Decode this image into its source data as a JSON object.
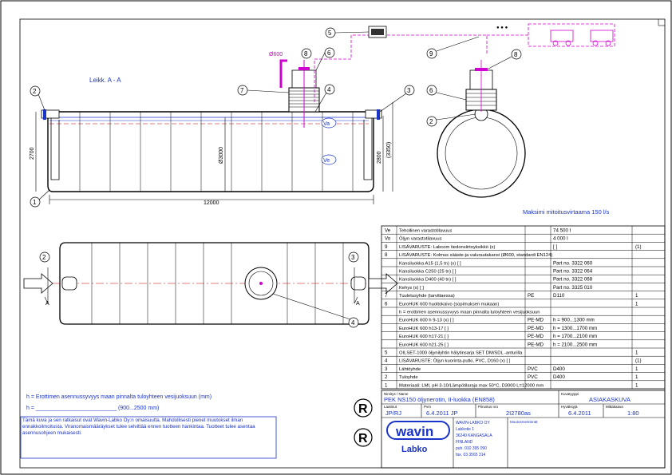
{
  "colors": {
    "blue": "#1a33c8",
    "magenta": "#d000d0",
    "red": "#c00000",
    "black": "#000000"
  },
  "view_label": "Leikk. A - A",
  "dims": {
    "length": "12000",
    "diameter": "Ø3000",
    "h_2700": "2700",
    "h_2800": "2800",
    "h_3350": "(3350)",
    "pipe_600": "Ø600"
  },
  "flow_note": "Maksimi mitoitusvirtaama 150 l/s",
  "level_marks": {
    "va": "Va",
    "ve": "Ve"
  },
  "section_marks": {
    "a": "A"
  },
  "callouts": [
    "1",
    "2",
    "3",
    "4",
    "5",
    "6",
    "7",
    "8",
    "9"
  ],
  "parts_table": {
    "rows": [
      {
        "id": "r0",
        "pos": "Ve",
        "desc": "Tehollinen varastotilavuus",
        "mat": "",
        "spec": "74 500 l",
        "qty": ""
      },
      {
        "id": "r1",
        "pos": "Vo",
        "desc": "Öljyn varastotilavuus",
        "mat": "",
        "spec": "4 000 l",
        "qty": ""
      },
      {
        "id": "r2",
        "pos": "9",
        "desc": "LISÄVARUSTE: Labcom tiedonsiirtoyksikkö (x)",
        "mat": "",
        "spec": "[   ]",
        "qty": "(1)"
      },
      {
        "id": "r3",
        "pos": "8",
        "desc": "LISÄVARUSTE: Kolmus sääste-ja valurautakansi (Ø600, standardi EN124)",
        "mat": "",
        "spec": "",
        "qty": ""
      },
      {
        "id": "r4",
        "pos": "",
        "desc": "Kansiluokka A15 (1,5 tn) (x)   [   ]",
        "mat": "",
        "spec": "Part no. 3322 060",
        "qty": ""
      },
      {
        "id": "r5",
        "pos": "",
        "desc": "Kansiluokka C250 (25 tn)   [   ]",
        "mat": "",
        "spec": "Part no. 3322 064",
        "qty": ""
      },
      {
        "id": "r6",
        "pos": "",
        "desc": "Kansiluokka D400 (40 tn)   [   ]",
        "mat": "",
        "spec": "Part no. 3322 068",
        "qty": ""
      },
      {
        "id": "r7",
        "pos": "",
        "desc": "Kehys (x)   [   ]",
        "mat": "",
        "spec": "Part no. 3325 010",
        "qty": ""
      },
      {
        "id": "r8",
        "pos": "7",
        "desc": "Tuuletusyhde (tarvittaessa)",
        "mat": "PE",
        "spec": "D110",
        "qty": "1"
      },
      {
        "id": "r9",
        "pos": "6",
        "desc": "EuroHUK 600 huoltokaivo (sopimuksen mukaan)",
        "mat": "",
        "spec": "",
        "qty": "1"
      },
      {
        "id": "r10",
        "pos": "",
        "desc": "h = erottimen asennussyvyys maan pinnalta tuloyhteen vesijuoksuun",
        "mat": "",
        "spec": "",
        "qty": ""
      },
      {
        "id": "r11",
        "pos": "",
        "desc": "EuroHUK 600 h 9-13 (x)   [   ]",
        "mat": "PE-MD",
        "spec": "h = 900...1300 mm",
        "qty": ""
      },
      {
        "id": "r12",
        "pos": "",
        "desc": "EuroHUK 600 h13-17   [   ]",
        "mat": "PE-MD",
        "spec": "h = 1300...1700 mm",
        "qty": ""
      },
      {
        "id": "r13",
        "pos": "",
        "desc": "EuroHUK 600 h17-21   [   ]",
        "mat": "PE-MD",
        "spec": "h = 1700...2100 mm",
        "qty": ""
      },
      {
        "id": "r14",
        "pos": "",
        "desc": "EuroHUK 600 h21-25   [   ]",
        "mat": "PE-MD",
        "spec": "h = 2100...2500 mm",
        "qty": ""
      },
      {
        "id": "r15",
        "pos": "5",
        "desc": "OILSET-1000 öljynilyhtin hälytinsarja SET DM/SDL -anturilla",
        "mat": "",
        "spec": "",
        "qty": "1"
      },
      {
        "id": "r16",
        "pos": "4",
        "desc": "LISÄVARUSTE: Öljyn kuorinta-putki, PVC, D160 (x)   [   ]",
        "mat": "",
        "spec": "",
        "qty": "(1)"
      },
      {
        "id": "r17",
        "pos": "3",
        "desc": "Lähtöyhde",
        "mat": "PVC",
        "spec": "D400",
        "qty": "1"
      },
      {
        "id": "r18",
        "pos": "2",
        "desc": "Tuloyhde",
        "mat": "PVC",
        "spec": "D400",
        "qty": "1"
      },
      {
        "id": "r19",
        "pos": "1",
        "desc": "Materiaali: LMI, pH 3-10/Lämpötilaraja max 50°C, D3000 L=12000 mm",
        "mat": "",
        "spec": "",
        "qty": "1"
      }
    ]
  },
  "notes": {
    "h_definition": "h = Erottimen asennussyvyys maan pinnalta tuloyhteen vesijuoksuun (mm)",
    "h_field": "h = __________________________ (900...2500 mm)",
    "disclaimer": "Tämä kuva ja sen ratkaisut ovat Wavin-Labko Oy:n omaisuutta. Mahdollisesti pienet muutokset ilman ennakkoilmoitusta. Viranomaismääräykset tulee selvittää ennen tuotteen hankintaa. Tuotteet tulee asentaa asennusohjeen mukaisesti."
  },
  "title_block": {
    "name_label": "Nimitys / Name",
    "name": "PEK NS150 öljynerotin, II-luokka (EN858)",
    "type_label": "Kuvatyyppi",
    "type": "ASIAKASKUVA",
    "drawn_label": "Laatinut",
    "drawn": "JP/RJ",
    "date_label": "Pvm",
    "date": "6.4.2011 JP",
    "drawing_no_label": "Piirustus nro",
    "drawing_no": "2I2780as",
    "approved_label": "Hyväksyjä",
    "approved": "6.4.2011",
    "scale_label": "Mittakaava",
    "scale": "1:80",
    "brand": "wavin",
    "brand_sub": "Labko",
    "company": "WAVIN-LABKO OY",
    "address1": "Labkotie 1",
    "address2": "36240 KANGASALA",
    "country": "FINLAND",
    "phone": "puh. 010 395 090",
    "fax": "fax. 03 3565 314",
    "changes_label": "Muutosmerkinnät"
  }
}
